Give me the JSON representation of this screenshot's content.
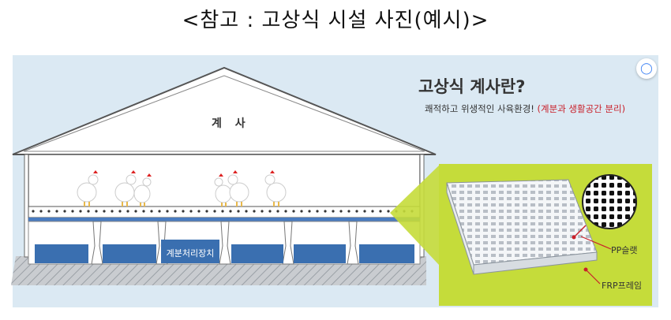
{
  "heading": "<참고 : 고상식 시설 사진(예시)>",
  "figure": {
    "title": "고상식 계사란?",
    "subtitle_main": "쾌적하고 위생적인 사육환경!",
    "subtitle_highlight": "(계분과 생활공간 분리)",
    "building_label": "계 사",
    "manure_device_label": "계분처리장치",
    "slat_label": "PP슬랫",
    "frame_label": "FRP프레임"
  },
  "lens_icon": "lens-search-icon",
  "colors": {
    "background": "#dbe9f3",
    "accent_green": "#c5dc3a",
    "manure_tray": "#3a6fb0",
    "highlight_red": "#c9202a"
  }
}
